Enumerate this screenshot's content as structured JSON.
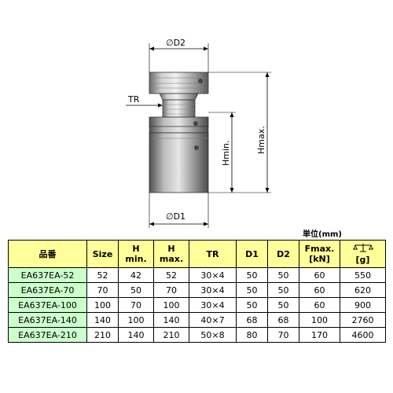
{
  "drawing": {
    "label_d2": "∅D2",
    "label_d1": "∅D1",
    "label_tr": "TR",
    "label_hmin": "Hmin.",
    "label_hmax": "Hmax."
  },
  "unit_note": "単位(mm)",
  "table": {
    "headers": [
      {
        "line1": "品番",
        "line2": ""
      },
      {
        "line1": "Size",
        "line2": ""
      },
      {
        "line1": "H",
        "line2": "min."
      },
      {
        "line1": "H",
        "line2": "max."
      },
      {
        "line1": "TR",
        "line2": ""
      },
      {
        "line1": "D1",
        "line2": ""
      },
      {
        "line1": "D2",
        "line2": ""
      },
      {
        "line1": "Fmax.",
        "line2": "[kN]"
      },
      {
        "line1": "",
        "line2": "[g]"
      }
    ],
    "weight_icon": "balance-scale-icon",
    "rows": [
      [
        "EA637EA-52",
        "52",
        "42",
        "52",
        "30×4",
        "50",
        "50",
        "60",
        "550"
      ],
      [
        "EA637EA-70",
        "70",
        "50",
        "70",
        "30×4",
        "50",
        "50",
        "60",
        "620"
      ],
      [
        "EA637EA-100",
        "100",
        "70",
        "100",
        "30×4",
        "50",
        "50",
        "60",
        "900"
      ],
      [
        "EA637EA-140",
        "140",
        "100",
        "140",
        "40×7",
        "68",
        "68",
        "100",
        "2760"
      ],
      [
        "EA637EA-210",
        "210",
        "140",
        "210",
        "50×8",
        "80",
        "70",
        "170",
        "4600"
      ]
    ]
  },
  "colors": {
    "header_bg": "#ffff99",
    "model_bg": "#ccffcc",
    "metal_dark": "#555555",
    "metal_light": "#dddddd"
  }
}
